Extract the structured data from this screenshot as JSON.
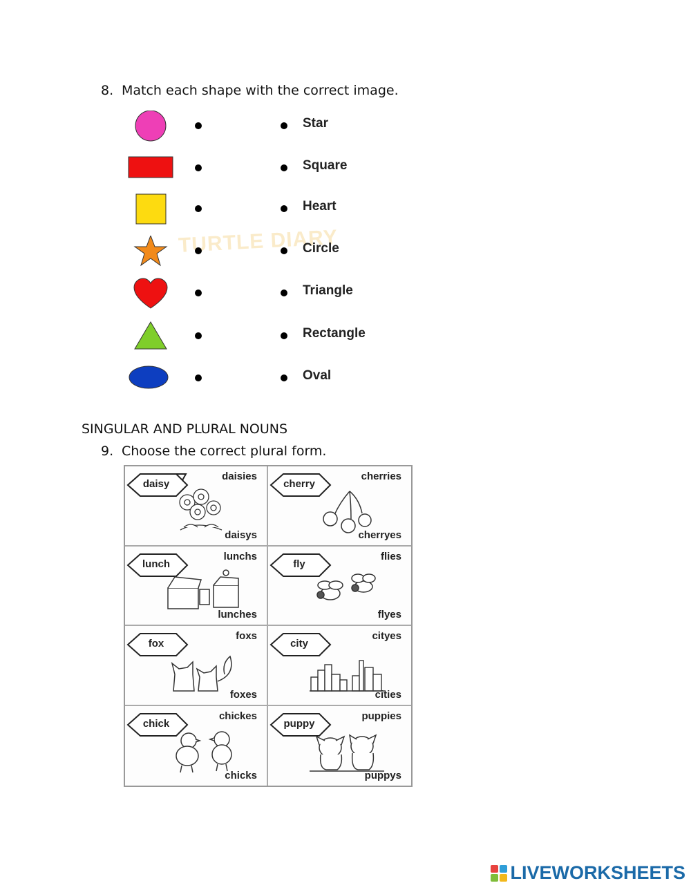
{
  "question8": {
    "number": "8.",
    "text": "Match each shape with the correct image.",
    "words": [
      "Star",
      "Square",
      "Heart",
      "Circle",
      "Triangle",
      "Rectangle",
      "Oval"
    ],
    "shapes": [
      {
        "kind": "circle",
        "color": "#ee3fb6"
      },
      {
        "kind": "rectangle",
        "color": "#ee1111"
      },
      {
        "kind": "square",
        "color": "#fddb10"
      },
      {
        "kind": "star",
        "color": "#f28a1a"
      },
      {
        "kind": "heart",
        "color": "#ee1111"
      },
      {
        "kind": "triangle",
        "color": "#7fce2a"
      },
      {
        "kind": "oval",
        "color": "#0d3ec0"
      }
    ],
    "watermark": "TURTLE DIARY"
  },
  "section_heading": "SINGULAR AND PLURAL NOUNS",
  "question9": {
    "number": "9.",
    "text": "Choose the correct plural form.",
    "cards": [
      {
        "word": "daisy",
        "top": "daisies",
        "bottom": "daisys",
        "picture": "daisy-flowers-icon"
      },
      {
        "word": "cherry",
        "top": "cherries",
        "bottom": "cherryes",
        "picture": "cherries-icon"
      },
      {
        "word": "lunch",
        "top": "lunchs",
        "bottom": "lunches",
        "picture": "lunch-boxes-icon"
      },
      {
        "word": "fly",
        "top": "flies",
        "bottom": "flyes",
        "picture": "flies-icon"
      },
      {
        "word": "fox",
        "top": "foxs",
        "bottom": "foxes",
        "picture": "foxes-icon"
      },
      {
        "word": "city",
        "top": "cityes",
        "bottom": "cities",
        "picture": "cities-icon"
      },
      {
        "word": "chick",
        "top": "chickes",
        "bottom": "chicks",
        "picture": "chicks-icon"
      },
      {
        "word": "puppy",
        "top": "puppies",
        "bottom": "puppys",
        "picture": "puppies-icon"
      }
    ]
  },
  "brand": {
    "name": "LIVEWORKSHEETS",
    "color": "#1b6aa8"
  }
}
